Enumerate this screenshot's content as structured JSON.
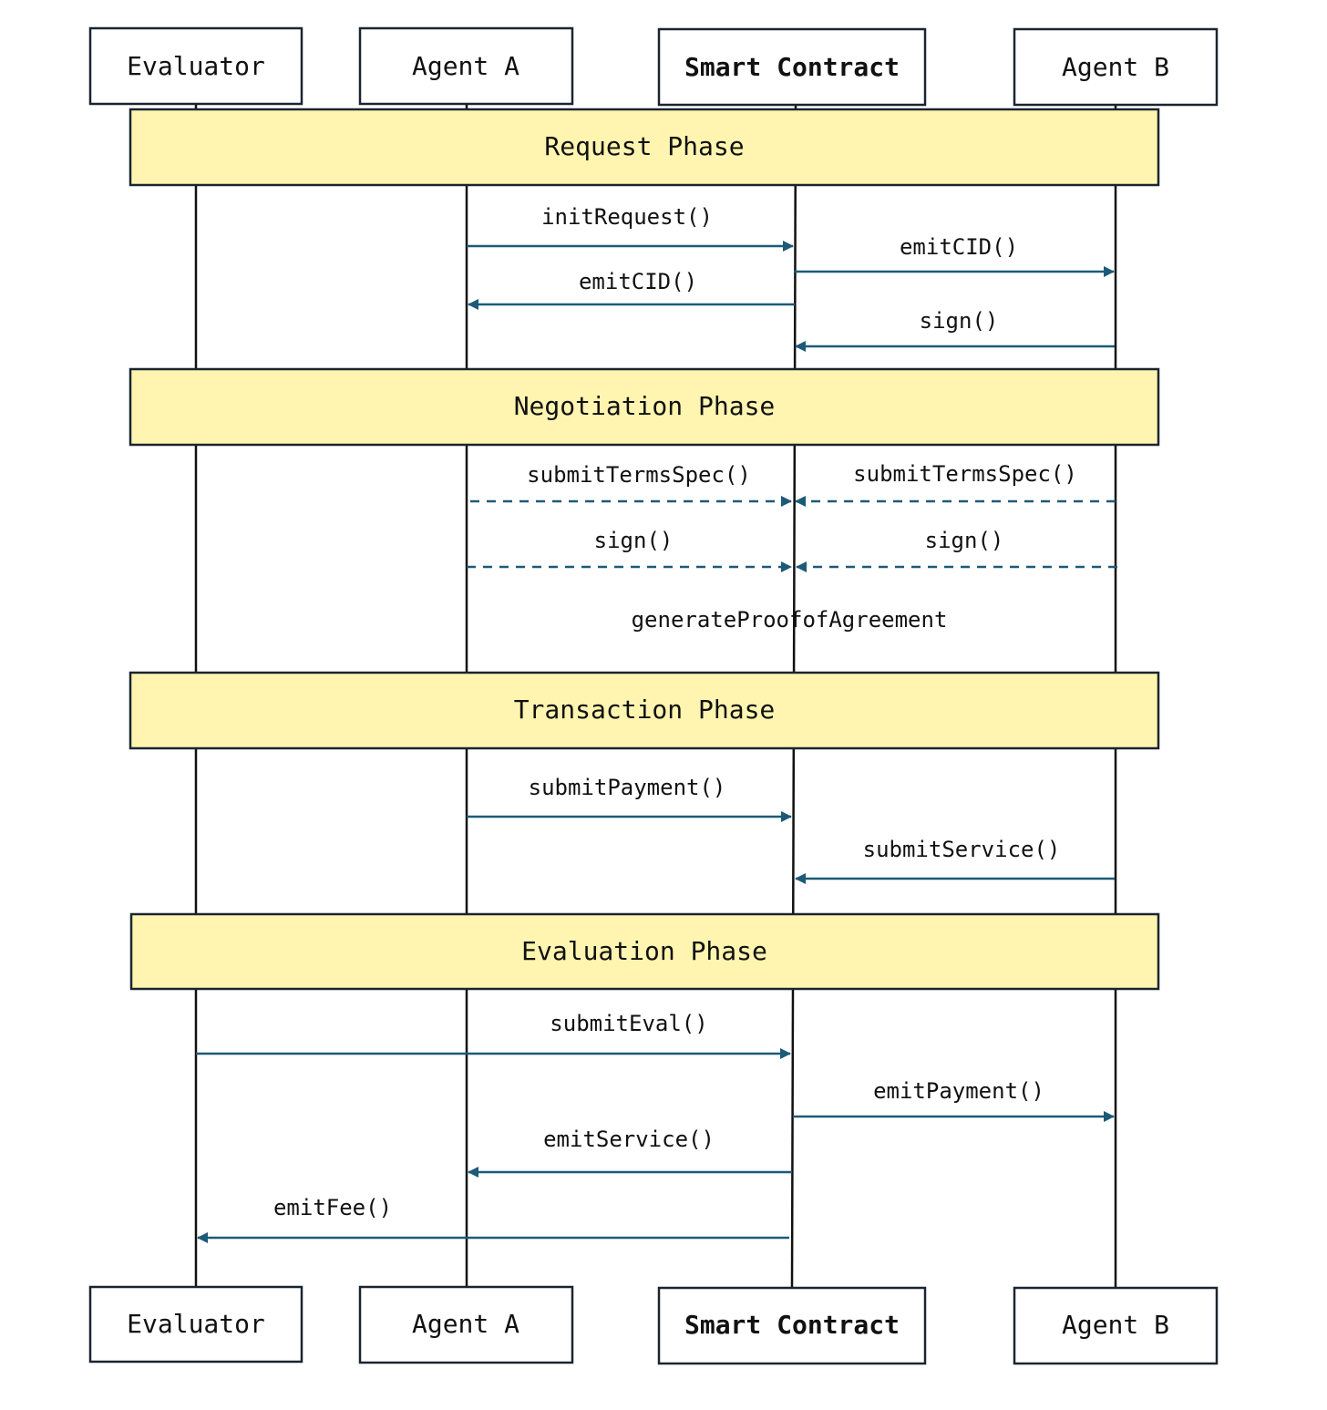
{
  "actors": [
    {
      "id": "evaluator",
      "label": "Evaluator",
      "bold": false
    },
    {
      "id": "agent_a",
      "label": "Agent A",
      "bold": false
    },
    {
      "id": "smart_contract",
      "label": "Smart Contract",
      "bold": true
    },
    {
      "id": "agent_b",
      "label": "Agent B",
      "bold": false
    }
  ],
  "phases": [
    {
      "label": "Request Phase"
    },
    {
      "label": "Negotiation Phase"
    },
    {
      "label": "Transaction Phase"
    },
    {
      "label": "Evaluation Phase"
    }
  ],
  "messages": [
    {
      "label": "initRequest()",
      "from": "agent_a",
      "to": "smart_contract",
      "style": "solid"
    },
    {
      "label": "emitCID()",
      "from": "smart_contract",
      "to": "agent_b",
      "style": "solid"
    },
    {
      "label": "emitCID()",
      "from": "smart_contract",
      "to": "agent_a",
      "style": "solid"
    },
    {
      "label": "sign()",
      "from": "agent_b",
      "to": "smart_contract",
      "style": "solid"
    },
    {
      "label": "submitTermsSpec()",
      "from": "agent_a",
      "to": "smart_contract",
      "style": "dashed"
    },
    {
      "label": "submitTermsSpec()",
      "from": "agent_b",
      "to": "smart_contract",
      "style": "dashed"
    },
    {
      "label": "sign()",
      "from": "agent_a",
      "to": "smart_contract",
      "style": "dashed"
    },
    {
      "label": "sign()",
      "from": "agent_b",
      "to": "smart_contract",
      "style": "dashed"
    },
    {
      "label": "submitPayment()",
      "from": "agent_a",
      "to": "smart_contract",
      "style": "solid"
    },
    {
      "label": "submitService()",
      "from": "agent_b",
      "to": "smart_contract",
      "style": "solid"
    },
    {
      "label": "submitEval()",
      "from": "evaluator",
      "to": "smart_contract",
      "style": "solid"
    },
    {
      "label": "emitPayment()",
      "from": "smart_contract",
      "to": "agent_b",
      "style": "solid"
    },
    {
      "label": "emitService()",
      "from": "smart_contract",
      "to": "agent_a",
      "style": "solid"
    },
    {
      "label": "emitFee()",
      "from": "smart_contract",
      "to": "evaluator",
      "style": "solid"
    }
  ],
  "notes": [
    {
      "label": "generateProofofAgreement"
    }
  ],
  "colors": {
    "phase_fill": "#fff5b0",
    "arrow": "#1c5a78",
    "border": "#1a2530"
  }
}
